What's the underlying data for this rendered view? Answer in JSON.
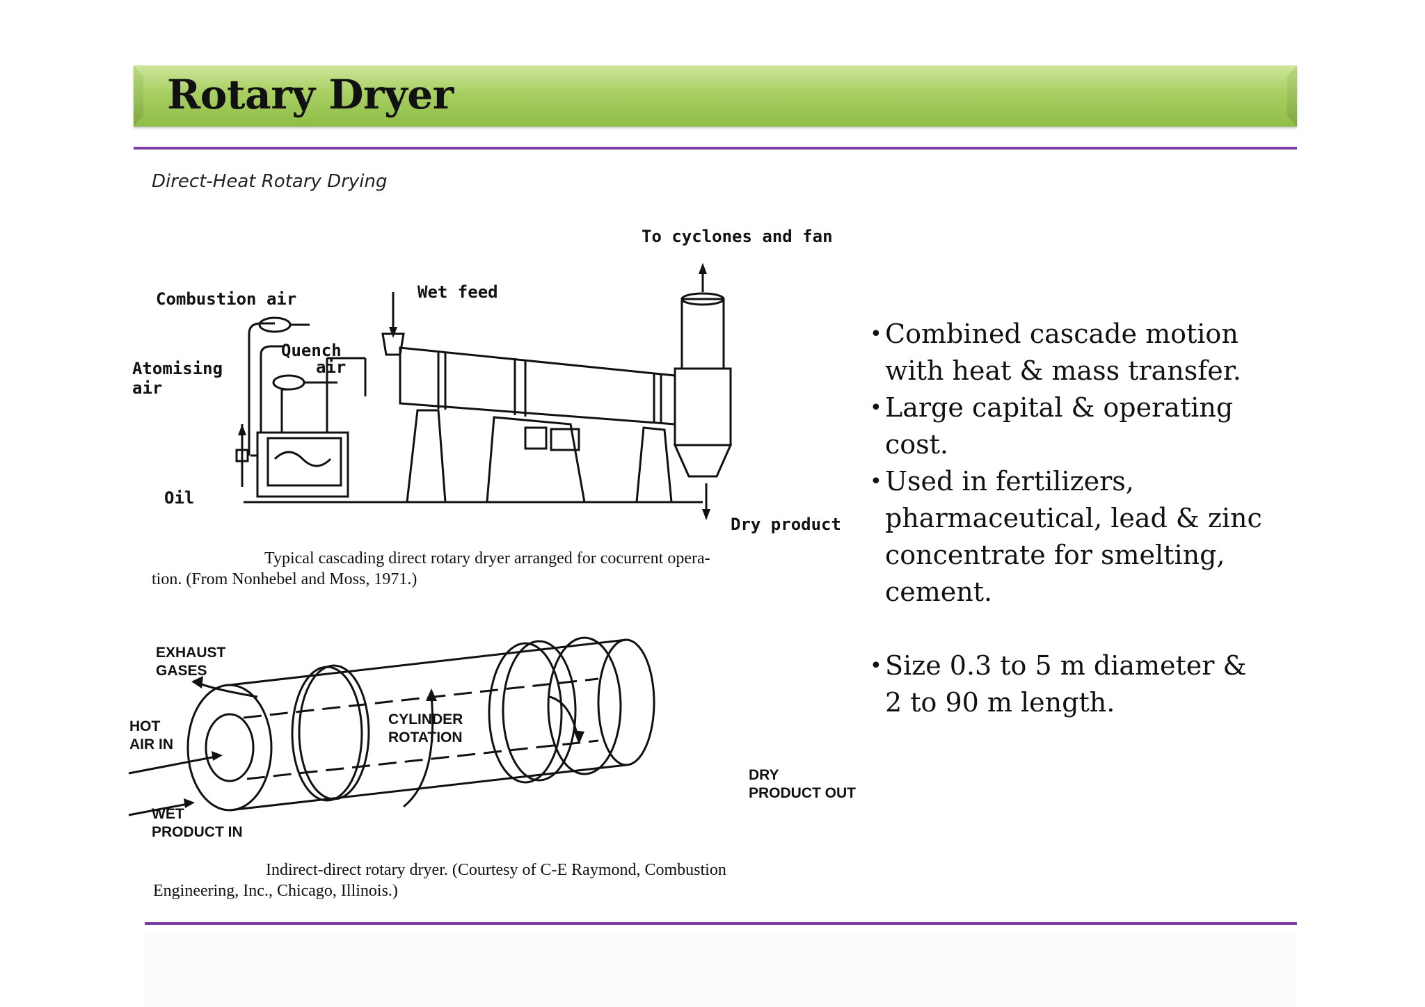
{
  "slide": {
    "title": "Rotary Dryer"
  },
  "figure": {
    "heading": "Direct-Heat Rotary Drying",
    "top_diagram": {
      "labels": {
        "to_cyclones": "To cyclones and fan",
        "combustion_air": "Combustion air",
        "wet_feed": "Wet feed",
        "quench": "Quench",
        "quench_air": "air",
        "atomising": "Atomising",
        "atomising_air": "air",
        "oil": "Oil",
        "dry_product": "Dry product"
      },
      "caption_line1": "Typical cascading direct rotary dryer arranged for cocurrent opera-",
      "caption_line2": "tion. (From Nonhebel and Moss, 1971.)"
    },
    "bottom_diagram": {
      "labels": {
        "exhaust1": "EXHAUST",
        "exhaust2": "GASES",
        "hot1": "HOT",
        "hot2": "AIR IN",
        "cyl1": "CYLINDER",
        "cyl2": "ROTATION",
        "dry1": "DRY",
        "dry2": "PRODUCT OUT",
        "wet1": "WET",
        "wet2": "PRODUCT IN"
      },
      "caption_line1": "Indirect-direct rotary dryer. (Courtesy of C-E Raymond, Combustion",
      "caption_line2": "Engineering, Inc., Chicago, Illinois.)"
    }
  },
  "bullets": [
    {
      "line1": "Combined cascade motion",
      "line2": "with heat & mass transfer."
    },
    {
      "line1": "Large capital & operating cost."
    },
    {
      "line1": "Used in fertilizers,",
      "line2": "pharmaceutical, lead & zinc",
      "line3": "concentrate for smelting,",
      "line4": "cement."
    },
    {
      "line1": "Size 0.3 to 5 m diameter &",
      "line2": "2 to 90 m length."
    }
  ],
  "bullet_symbol": "•",
  "colors": {
    "title_band": "#a9cf63",
    "rule": "#7b3fa3"
  }
}
